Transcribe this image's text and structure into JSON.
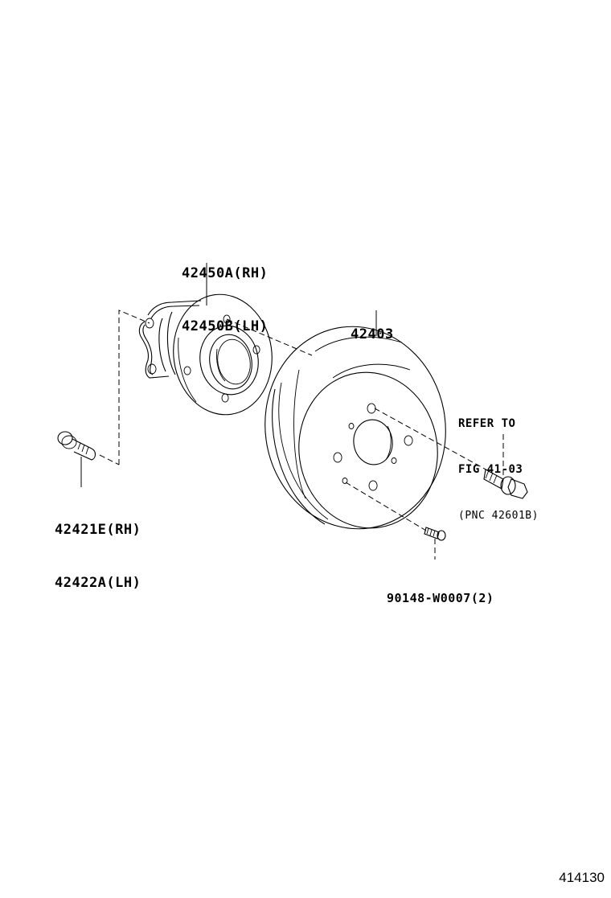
{
  "diagram": {
    "type": "exploded-parts-illustration",
    "subject": "Rear axle hub and brake drum",
    "figure_number": "414130",
    "parts": [
      {
        "id": "hub",
        "lines": [
          "42450A(RH)",
          "42450B(LH)"
        ],
        "depicts": "rear axle hub and bearing assembly"
      },
      {
        "id": "drum",
        "lines": [
          "42403"
        ],
        "depicts": "brake drum"
      },
      {
        "id": "hub-bolt",
        "lines": [
          "42421E(RH)",
          "42422A(LH)"
        ],
        "depicts": "hub mounting bolt"
      },
      {
        "id": "wheel-stud-ref",
        "lines": [
          "REFER TO",
          "FIG 41-03",
          "(PNC 42601B)"
        ],
        "depicts": "wheel hub bolt (reference)"
      },
      {
        "id": "drum-screw",
        "lines": [
          "90148-W0007(2)"
        ],
        "depicts": "drum set screw, qty 2"
      }
    ]
  },
  "labels": {
    "hub_rh": "42450A(RH)",
    "hub_lh": "42450B(LH)",
    "drum": "42403",
    "bolt_rh": "42421E(RH)",
    "bolt_lh": "42422A(LH)",
    "refer_1": "REFER TO",
    "refer_2": "FIG 41-03",
    "refer_3": "(PNC 42601B)",
    "screw": "90148-W0007(2)",
    "figure_number": "414130"
  }
}
